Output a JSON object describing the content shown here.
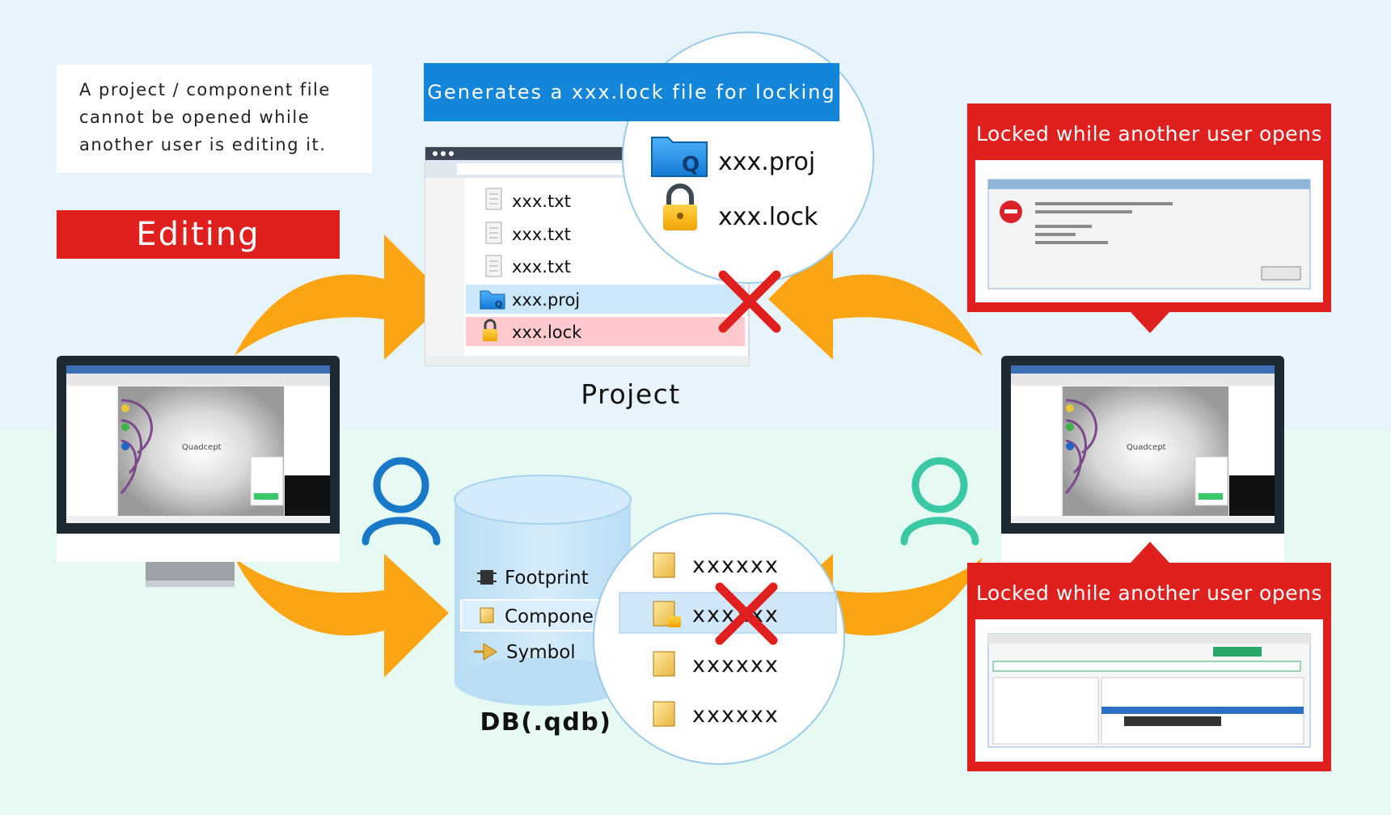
{
  "note": {
    "line1": "A project / component file",
    "line2": "cannot be opened while",
    "line3": "another user is editing it."
  },
  "editing_label": "Editing",
  "generates_label": "Generates a xxx.lock file for locking",
  "project_files": [
    "xxx.txt",
    "xxx.txt",
    "xxx.txt",
    "xxx.proj",
    "xxx.lock"
  ],
  "project_label": "Project",
  "zoom_project": {
    "proj": "xxx.proj",
    "lock": "xxx.lock"
  },
  "db_items": [
    "Footprint",
    "Componen",
    "Symbol"
  ],
  "db_label": "DB(.qdb)",
  "zoom_db": [
    "xxxxxx",
    "xxxxxx",
    "xxxxxx",
    "xxxxxx"
  ],
  "locked_top": "Locked while another user opens",
  "locked_bottom": "Locked while another user opens",
  "colors": {
    "arrow": "#fba414",
    "red": "#e0201e",
    "blue_banner": "#1486d9",
    "user_left": "#1a78c8",
    "user_right": "#3ac9a4"
  }
}
